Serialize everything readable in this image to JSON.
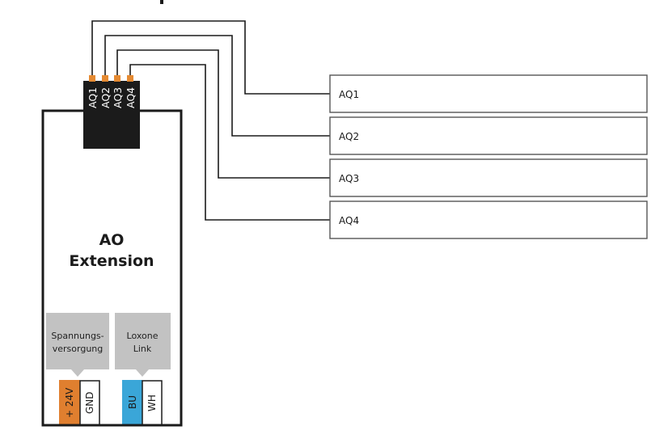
{
  "diagram": {
    "device": {
      "title_line1": "AO",
      "title_line2": "Extension"
    },
    "connector": {
      "pins": [
        {
          "label": "AQ1",
          "pin_color": "#e58a32"
        },
        {
          "label": "AQ2",
          "pin_color": "#e58a32"
        },
        {
          "label": "AQ3",
          "pin_color": "#e58a32"
        },
        {
          "label": "AQ4",
          "pin_color": "#e58a32"
        }
      ],
      "body_color": "#1b1b1b"
    },
    "outputs": [
      {
        "label": "AQ1"
      },
      {
        "label": "AQ2"
      },
      {
        "label": "AQ3"
      },
      {
        "label": "AQ4"
      }
    ],
    "groups": [
      {
        "line1": "Spannungs-",
        "line2": "versorgung"
      },
      {
        "line1": "Loxone",
        "line2": "Link"
      }
    ],
    "terminals": [
      {
        "label": "+ 24V",
        "color": "#e07f2f"
      },
      {
        "label": "GND",
        "color": "#ffffff"
      },
      {
        "label": "BU",
        "color": "#3aa6d8"
      },
      {
        "label": "WH",
        "color": "#ffffff"
      }
    ],
    "colors": {
      "wire": "#1b1b1b",
      "group_label_bg": "#c2c2c2",
      "device_border": "#1b1b1b"
    }
  }
}
